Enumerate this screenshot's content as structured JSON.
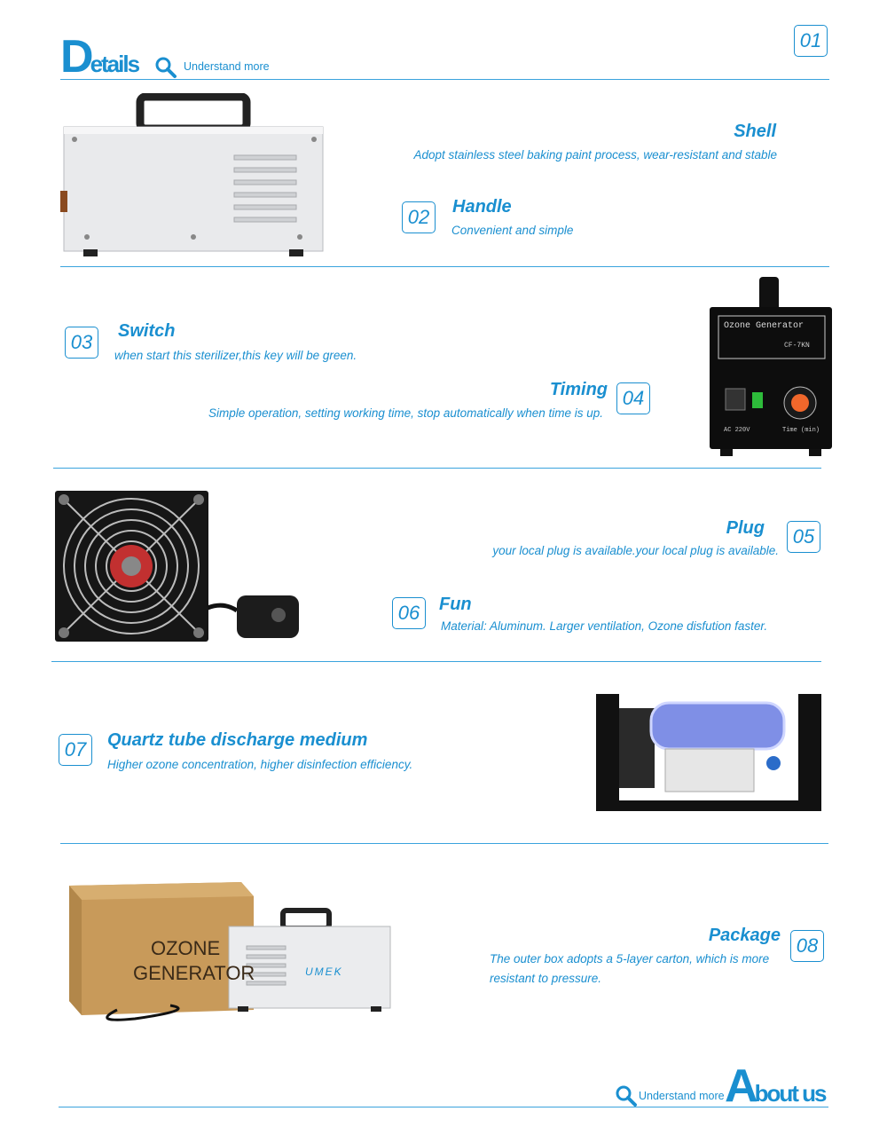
{
  "header": {
    "big_cap": "D",
    "big_rest": "etails",
    "link": "Understand more",
    "num": "01"
  },
  "sections": [
    {
      "num": "",
      "title": "Shell",
      "desc": "Adopt stainless steel baking paint process, wear-resistant and stable"
    },
    {
      "num": "02",
      "title": "Handle",
      "desc": "Convenient and simple"
    },
    {
      "num": "03",
      "title": "Switch",
      "desc": "when start this sterilizer,this key will be green."
    },
    {
      "num": "04",
      "title": "Timing",
      "desc": "Simple operation, setting working time, stop automatically when time is up."
    },
    {
      "num": "05",
      "title": "Plug",
      "desc": "your local plug is available.your local plug is available."
    },
    {
      "num": "06",
      "title": "Fun",
      "desc": "Material: Aluminum. Larger ventilation, Ozone disfution faster."
    },
    {
      "num": "07",
      "title": "Quartz tube discharge medium",
      "desc": "Higher ozone concentration, higher disinfection efficiency."
    },
    {
      "num": "08",
      "title": "Package",
      "desc1": "The outer box adopts a 5-layer carton, which is more",
      "desc2": "resistant to pressure."
    }
  ],
  "images": {
    "panel_title": "Ozone Generator",
    "panel_model": "CF-7KN",
    "panel_voltage": "AC 220V",
    "panel_time": "Time (min)",
    "box_line1": "OZONE",
    "box_line2": "GENERATOR",
    "brand": "UMEK"
  },
  "footer": {
    "link": "Understand more",
    "big_cap": "A",
    "big_rest": "bout us"
  },
  "colors": {
    "accent": "#1a8fd0"
  }
}
